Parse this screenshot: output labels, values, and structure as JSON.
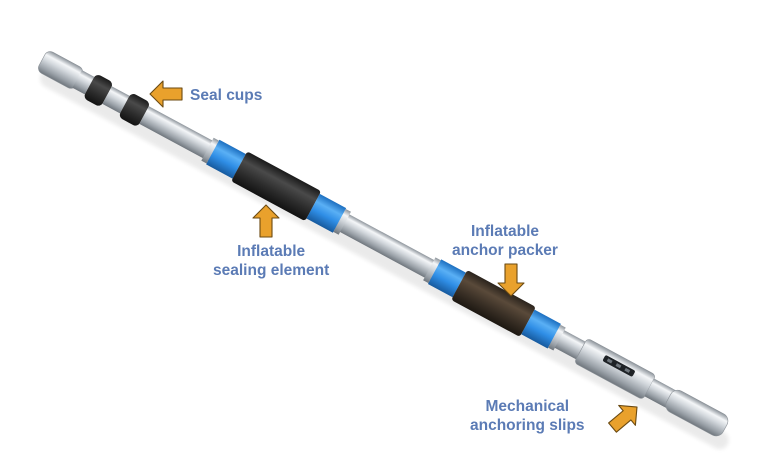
{
  "title": "",
  "callouts": {
    "seal_cups": {
      "lines": [
        "Seal cups"
      ]
    },
    "sealing_element": {
      "lines": [
        "Inflatable",
        "sealing element"
      ]
    },
    "anchor_packer": {
      "lines": [
        "Inflatable",
        "anchor packer"
      ]
    },
    "anchoring_slips": {
      "lines": [
        "Mechanical",
        "anchoring slips"
      ]
    }
  },
  "colors": {
    "label_text": "#5b7bb5",
    "arrow_fill": "#e9a12c",
    "arrow_stroke": "#6b4a12",
    "sleeve_blue": "#2f8ee6",
    "rubber_dark": "#2f2f2f",
    "steel_mid": "#c8cdd2"
  },
  "icons": {
    "callout_arrow": "block-arrow-icon"
  }
}
